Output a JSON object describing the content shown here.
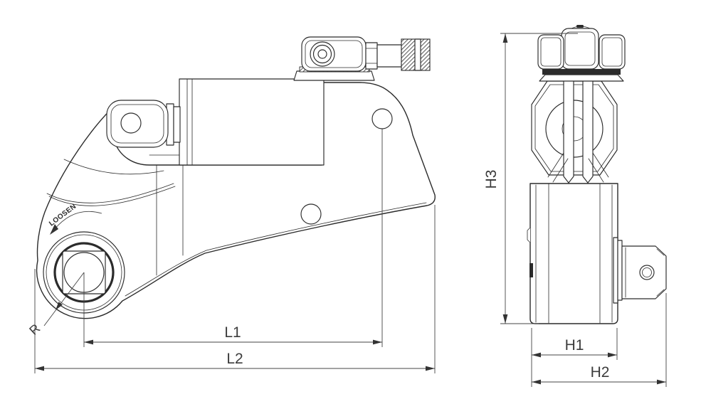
{
  "drawing": {
    "background": "#ffffff",
    "line_color": "#2b2b2b",
    "dim_color": "#3c3c3c",
    "side_view": {
      "loosen_label": "LOOSEN",
      "radius_label": "R",
      "dim_l1": "L1",
      "dim_l2": "L2"
    },
    "front_view": {
      "dim_h1": "H1",
      "dim_h2": "H2",
      "dim_h3": "H3"
    }
  }
}
